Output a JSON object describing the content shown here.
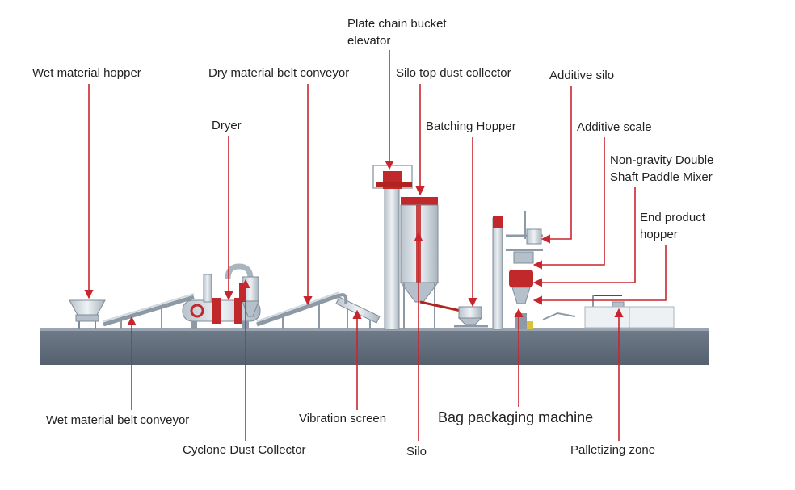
{
  "labels": {
    "wet_material_hopper": "Wet material hopper",
    "dry_material_belt_conveyor": "Dry material belt conveyor",
    "plate_chain_bucket_elevator_line1": "Plate chain bucket",
    "plate_chain_bucket_elevator_line2": "elevator",
    "silo_top_dust_collector": "Silo top dust collector",
    "additive_silo": "Additive silo",
    "dryer": "Dryer",
    "batching_hopper": "Batching Hopper",
    "additive_scale": "Additive scale",
    "paddle_mixer_line1": "Non-gravity Double",
    "paddle_mixer_line2": "Shaft Paddle Mixer",
    "end_product_hopper_line1": "End product",
    "end_product_hopper_line2": "hopper",
    "wet_material_belt_conveyor": "Wet material belt conveyor",
    "vibration_screen": "Vibration screen",
    "bag_packaging_machine": "Bag packaging machine",
    "cyclone_dust_collector": "Cyclone Dust Collector",
    "silo": "Silo",
    "palletizing_zone": "Palletizing zone"
  },
  "colors": {
    "arrow": "#c8262e",
    "machine_red": "#c0282c",
    "steel": "#c9d2da",
    "steel_dark": "#8e9aa6",
    "platform_top": "#7b8694",
    "platform_front": "#5e6a78"
  }
}
